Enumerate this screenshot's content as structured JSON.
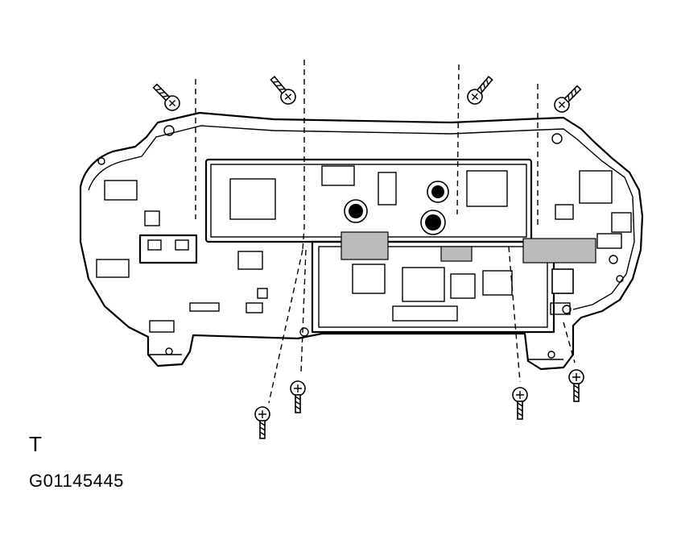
{
  "diagram": {
    "view_letter": "T",
    "figure_code": "G01145445"
  },
  "colors": {
    "line": "#000000",
    "background": "#ffffff"
  },
  "parts": {
    "housing": "combination-meter-housing",
    "circuit_board": "printed-circuit-board",
    "screw_icon": "screw-icon",
    "screw_count": 8
  }
}
